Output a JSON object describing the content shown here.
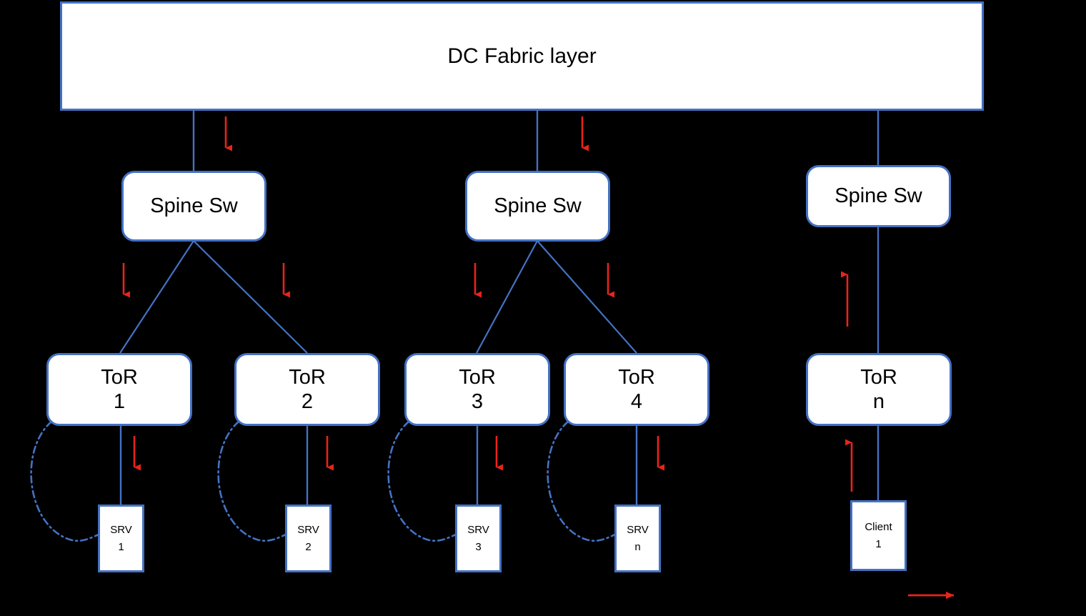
{
  "diagram": {
    "title": "DC Fabric layer",
    "background_color": "#000000",
    "node_fill": "#FFFFFF",
    "node_border_color": "#4472C4",
    "link_color": "#4472C4",
    "arrow_color": "#E8241A",
    "type": "network-topology"
  },
  "fabric": {
    "label": "DC Fabric layer"
  },
  "spines": [
    {
      "label": "Spine Sw",
      "id": "spine-1"
    },
    {
      "label": "Spine Sw",
      "id": "spine-2"
    },
    {
      "label": "Spine Sw",
      "id": "spine-n"
    }
  ],
  "tors": [
    {
      "line1": "ToR",
      "line2": "1"
    },
    {
      "line1": "ToR",
      "line2": "2"
    },
    {
      "line1": "ToR",
      "line2": "3"
    },
    {
      "line1": "ToR",
      "line2": "4"
    },
    {
      "line1": "ToR",
      "line2": "n"
    }
  ],
  "leaves": [
    {
      "line1": "SRV",
      "line2": "1"
    },
    {
      "line1": "SRV",
      "line2": "2"
    },
    {
      "line1": "SRV",
      "line2": "3"
    },
    {
      "line1": "SRV",
      "line2": "n"
    },
    {
      "line1": "Client",
      "line2": "1"
    }
  ]
}
